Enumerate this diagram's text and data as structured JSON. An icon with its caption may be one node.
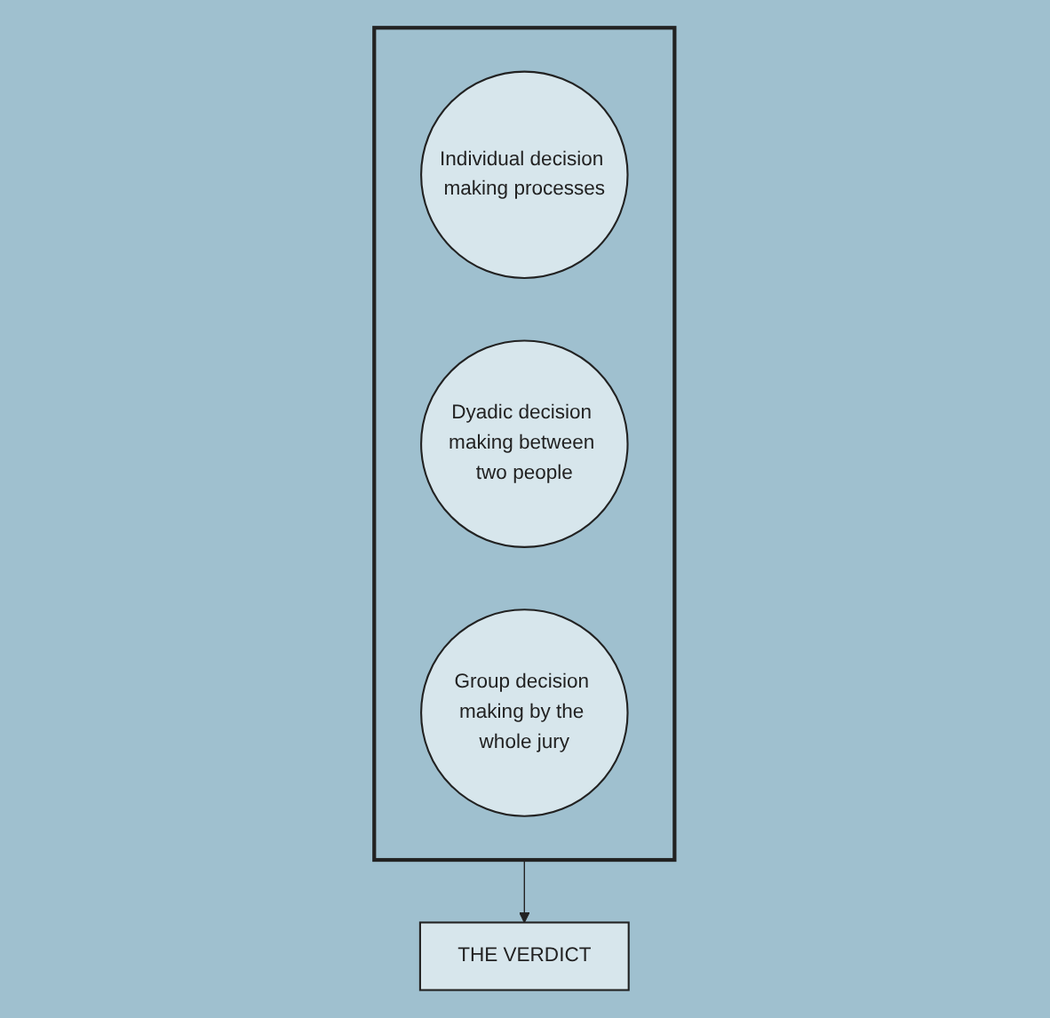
{
  "diagram": {
    "nodes": [
      {
        "text": [],
        "shape": "funnel"
      },
      {
        "text": [
          "Individual decision making processes"
        ],
        "in": 0
      },
      {
        "text": [
          "Dyadic decision making between two people"
        ],
        "in": 0
      },
      {
        "text": [
          "Group decision making by the whole jury"
        ],
        "in": 0
      },
      {
        "text": [
          "THE VERDICT"
        ]
      }
    ],
    "edges": [
      {
        "from": 0,
        "to": 4,
        "arrow": "to"
      }
    ]
  }
}
